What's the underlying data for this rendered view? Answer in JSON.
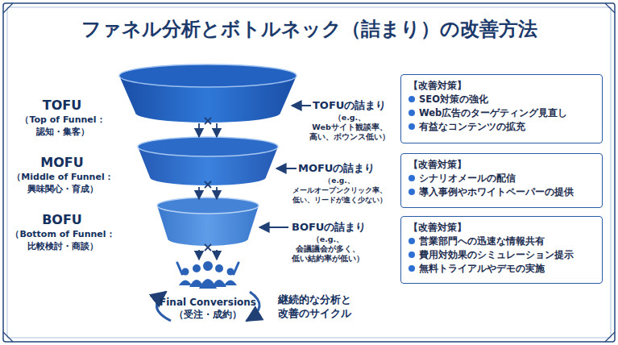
{
  "diagram": {
    "title": "ファネル分析とボトルネック（詰まり）の改善方法",
    "nodes": [
      {
        "text": [
          "【改善対策】",
          "SEO対策の強化",
          "Web広告のターゲティング見直し",
          "有益なコンテンツの拡充"
        ]
      },
      {
        "text": [
          "【改善対策】",
          "シナリオメールの配信",
          "導入事例やホワイトペーパーの提供"
        ]
      },
      {
        "text": [
          "【改善対策】",
          "営業部門への迅速な情報共有",
          "費用対効果のシミュレーション提示",
          "無料トライアルやデモの実施"
        ]
      }
    ],
    "labels": [
      "TOFU",
      "（Top of Funnel： 認知・集客）",
      "TOFUの詰まり",
      "（e.g.、Webサイト観談率、 高い、ボウンス低い）",
      "MOFU",
      "（Middle of Funnel： 興味関心・育成）",
      "MOFUの詰まり",
      "（e.g.、メールオープンクリック率、 低い、リードが進く少ない）",
      "BOFU",
      "（Bottom of Funnel： 比較検討・商談）",
      "BOFUの詰まり",
      "（e.g.、会議議会が多く、 低い結約率が低い）",
      "Final Conversions （受注・成約）",
      "継続的な分析と 改善のサイクル"
    ]
  }
}
